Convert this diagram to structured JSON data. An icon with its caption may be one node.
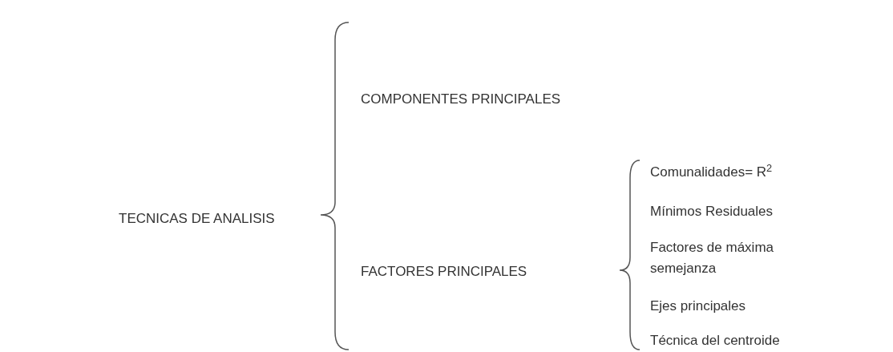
{
  "diagram": {
    "labels": [
      "TECNICAS DE ANALISIS",
      "COMPONENTES PRINCIPALES",
      "FACTORES PRINCIPALES",
      "Comunalidades= R$^{2}$",
      "Mínimos Residuales",
      "Factores de máxima semejanza",
      "Ejes principales",
      "Técnica del centroide"
    ]
  }
}
